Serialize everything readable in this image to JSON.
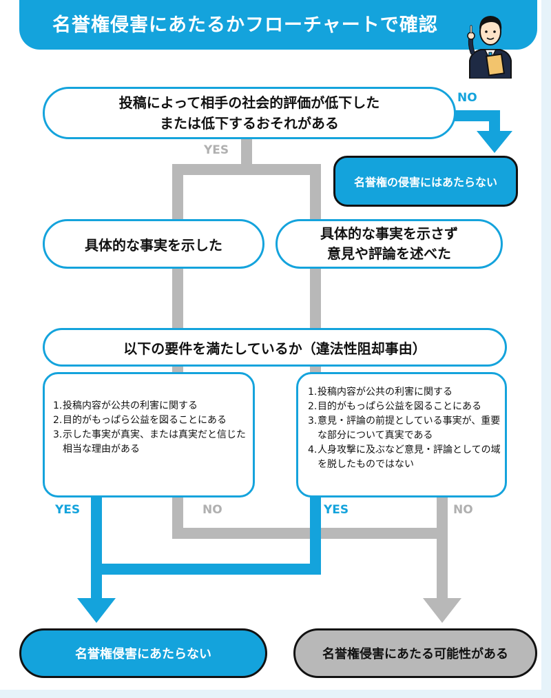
{
  "header": {
    "title": "名誉権侵害にあたるかフローチャートで確認"
  },
  "question": {
    "line1": "投稿によって相手の社会的評価が低下した",
    "line2": "または低下するおそれがある"
  },
  "branch_labels": {
    "q_no": "NO",
    "q_yes": "YES",
    "left_yes": "YES",
    "left_no": "NO",
    "right_yes": "YES",
    "right_no": "NO"
  },
  "result_not_defamation_top": "名誉権の侵害にはあたらない",
  "fact_stated": "具体的な事実を示した",
  "opinion": {
    "line1": "具体的な事実を示さず",
    "line2": "意見や評論を述べた"
  },
  "requirement_question": "以下の要件を満たしているか（違法性阻却事由）",
  "left_requirements": [
    {
      "num": "1.",
      "text": "投稿内容が公共の利害に関する"
    },
    {
      "num": "2.",
      "text": "目的がもっぱら公益を図ることにある"
    },
    {
      "num": "3.",
      "text": "示した事実が真実、または真実だと信じた相当な理由がある"
    }
  ],
  "right_requirements": [
    {
      "num": "1.",
      "text": "投稿内容が公共の利害に関する"
    },
    {
      "num": "2.",
      "text": "目的がもっぱら公益を図ることにある"
    },
    {
      "num": "3.",
      "text": "意見・評論の前提としている事実が、重要な部分について真実である"
    },
    {
      "num": "4.",
      "text": "人身攻撃に及ぶなど意見・評論としての域を脱したものではない"
    }
  ],
  "result_not_defamation": "名誉権侵害にあたらない",
  "result_possible_defamation": "名誉権侵害にあたる可能性がある",
  "colors": {
    "accent": "#14a3dc",
    "gray_path": "#b8b8b8",
    "background": "#e6f3fa"
  }
}
